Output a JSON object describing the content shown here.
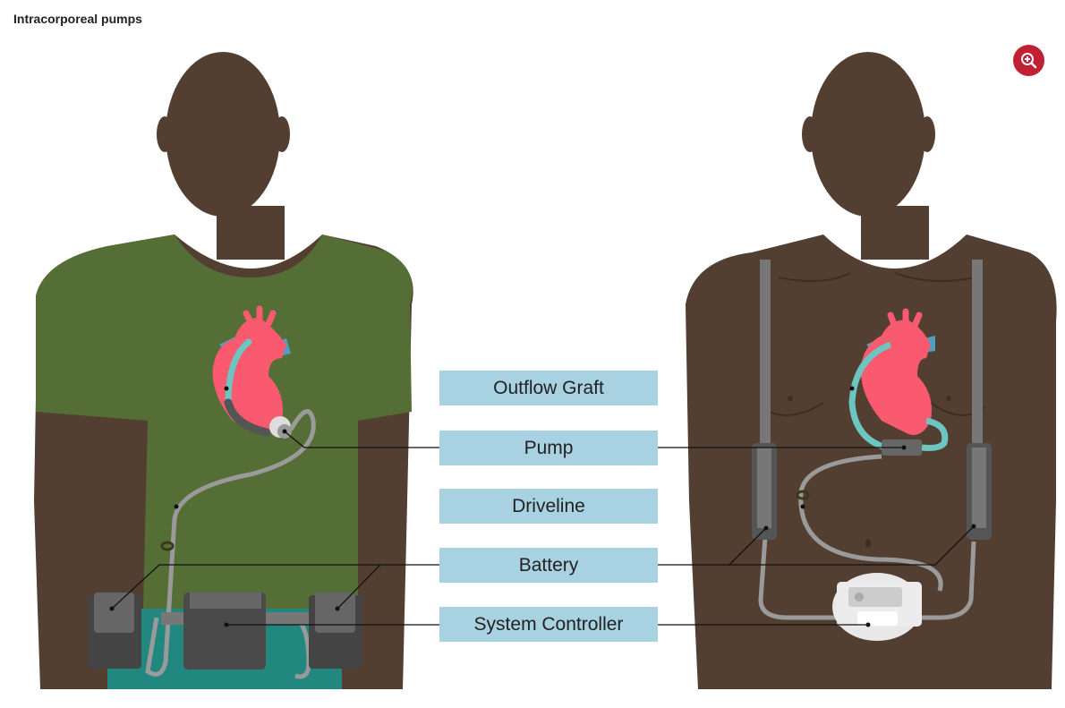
{
  "title": "Intracorporeal pumps",
  "zoom_button": {
    "icon": "zoom-in-icon"
  },
  "labels": [
    "Outflow Graft",
    "Pump",
    "Driveline",
    "Battery",
    "System Controller"
  ],
  "colors": {
    "skin": "#533f31",
    "shirt": "#546e35",
    "pants": "#21877f",
    "label_bg": "#a8d2e2",
    "heart": "#f95a6f",
    "vessel": "#4e9ec5",
    "graft": "#6cc5c0",
    "device": "#555555",
    "tube": "#9a9a9a",
    "accent": "#c21f32"
  }
}
